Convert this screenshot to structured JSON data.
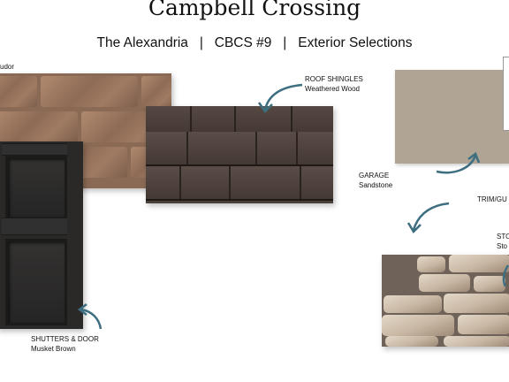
{
  "page": {
    "title": "Campbell Crossing",
    "subtitle": "The Alexandria   |   CBCS #9   |   Exterior Selections"
  },
  "selections": {
    "brick": {
      "label": "udor"
    },
    "roof": {
      "line1": "ROOF SHINGLES",
      "line2": "Weathered Wood"
    },
    "garage": {
      "line1": "GARAGE",
      "line2": "Sandstone"
    },
    "trim": {
      "line1": "TRIM/GU"
    },
    "stone": {
      "line1": "STO",
      "line2": "Sto"
    },
    "shutters": {
      "line1": "SHUTTERS & DOOR",
      "line2": "Musket Brown"
    }
  },
  "colors": {
    "arrow": "#3e6f80",
    "garage_swatch": "#b0a594",
    "trim_swatch": "#f4f0e3",
    "shutter_swatch": "#2a2928",
    "shingle_swatch": "#4b3f3a"
  }
}
